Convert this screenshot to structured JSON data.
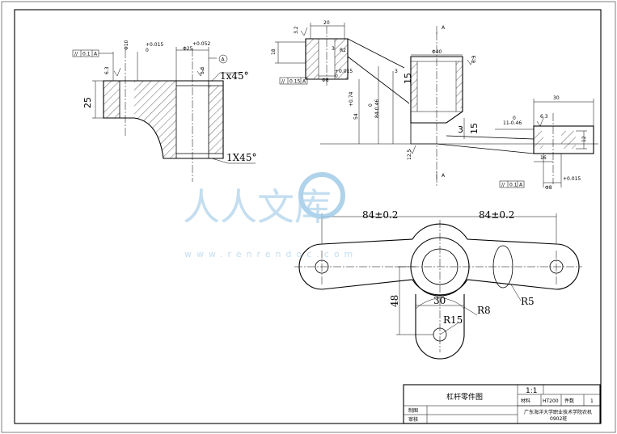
{
  "title_block": {
    "drawing_title": "杠杆零件图",
    "scale": "1:1",
    "material_label": "材料",
    "material_value": "HT200",
    "qty_label": "件数",
    "qty_value": "1",
    "draft_label": "制图",
    "check_label": "审核",
    "school": "广东海洋大学职业技术学院农机",
    "class": "0902班"
  },
  "front_view": {
    "dim_left": "84±0.2",
    "dim_right": "84±0.2",
    "dim_48": "48",
    "dim_30": "30",
    "dim_r15": "R15",
    "dim_r8": "R8",
    "dim_r5": "R5"
  },
  "left_view": {
    "dim_25": "25",
    "chamfer_top": "1x45°",
    "chamfer_bottom": "1X45°",
    "bore_small": "Φ10",
    "bore_small_tol": "+0.015",
    "bore_small_tol_low": "0",
    "bore_big": "Φ25",
    "bore_big_tol": "+0.052",
    "bore_big_tol_low": "0",
    "datum": "A",
    "geo_tol_parallel": "//",
    "geo_tol_value": "0.1",
    "geo_tol_datum": "A",
    "roughness": "6.3",
    "roughness_2": "1.6"
  },
  "section_view": {
    "dim_20": "20",
    "dim_18": "18",
    "dim_3": "3",
    "dim_r2": "R2",
    "dim_15_top": "15",
    "dim_15_bottom": "15",
    "dim_3_bottom": "3",
    "dim_30": "30",
    "dim_12": "12",
    "dim_16": "16",
    "dim_54": "54",
    "dim_54_tol": "+0.74",
    "dim_54_tol_low": "0",
    "dim_84": "84-0.46",
    "dim_84_tol": "0",
    "dim_11": "11-0.46",
    "dim_11_tol": "0",
    "dia_40": "Φ40",
    "dia_8": "Φ8",
    "dia_8_tol": "+0.015",
    "dia_8_tol_low": "0",
    "dia_8b": "Φ8",
    "dia_8b_tol": "+0.015",
    "section_label_top": "A",
    "section_label_bottom": "A",
    "geo_tol_1_value": "0.15",
    "geo_tol_1_datum": "A",
    "geo_tol_2_value": "0.1",
    "geo_tol_2_datum": "A",
    "roughness_a": "3.2",
    "roughness_b": "6.3",
    "roughness_c": "6.3",
    "roughness_d": "12.5"
  },
  "watermark": {
    "brand": "人人文库",
    "url": "www.renrendoc.com"
  }
}
